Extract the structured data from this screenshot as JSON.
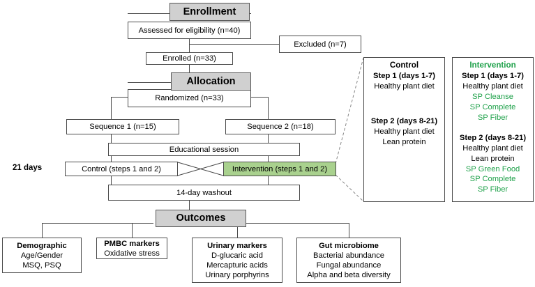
{
  "diagram": {
    "title": "CONSORT crossover trial flow diagram",
    "colors": {
      "header_fill": "#d0d0d0",
      "intervention_fill": "#a9d18e",
      "supplement_text": "#1fa14a",
      "line": "#4a4a4a"
    }
  },
  "enrollment": {
    "header": "Enrollment",
    "assessed": "Assessed for eligibility (n=40)",
    "excluded": "Excluded (n=7)",
    "enrolled": "Enrolled (n=33)"
  },
  "allocation": {
    "header": "Allocation",
    "randomized": "Randomized (n=33)",
    "sequence_1": "Sequence 1 (n=15)",
    "sequence_2": "Sequence 2 (n=18)",
    "educational_session": "Educational session",
    "duration_label": "21 days",
    "control": "Control (steps 1 and 2)",
    "intervention": "Intervention (steps 1 and 2)",
    "washout": "14-day washout"
  },
  "detail_panel": {
    "control": {
      "title": "Control",
      "step1_head": "Step 1 (days 1-7)",
      "step1_items": [
        "Healthy plant diet"
      ],
      "step1_supplements": [],
      "step2_head": "Step 2 (days 8-21)",
      "step2_items": [
        "Healthy plant diet",
        "Lean protein"
      ],
      "step2_supplements": []
    },
    "intervention": {
      "title": "Intervention",
      "step1_head": "Step 1 (days 1-7)",
      "step1_items": [
        "Healthy plant diet"
      ],
      "step1_supplements": [
        "SP Cleanse",
        "SP Complete",
        "SP Fiber"
      ],
      "step2_head": "Step 2 (days 8-21)",
      "step2_items": [
        "Healthy plant diet",
        "Lean protein"
      ],
      "step2_supplements": [
        "SP Green Food",
        "SP Complete",
        "SP Fiber"
      ]
    }
  },
  "outcomes": {
    "header": "Outcomes",
    "boxes": [
      {
        "title": "Demographic",
        "items": [
          "Age/Gender",
          "MSQ, PSQ"
        ]
      },
      {
        "title": "PMBC markers",
        "items": [
          "Oxidative stress"
        ]
      },
      {
        "title": "Urinary markers",
        "items": [
          "D-glucaric acid",
          "Mercapturic acids",
          "Urinary porphyrins"
        ]
      },
      {
        "title": "Gut microbiome",
        "items": [
          "Bacterial abundance",
          "Fungal abundance",
          "Alpha and beta diversity"
        ]
      }
    ]
  }
}
